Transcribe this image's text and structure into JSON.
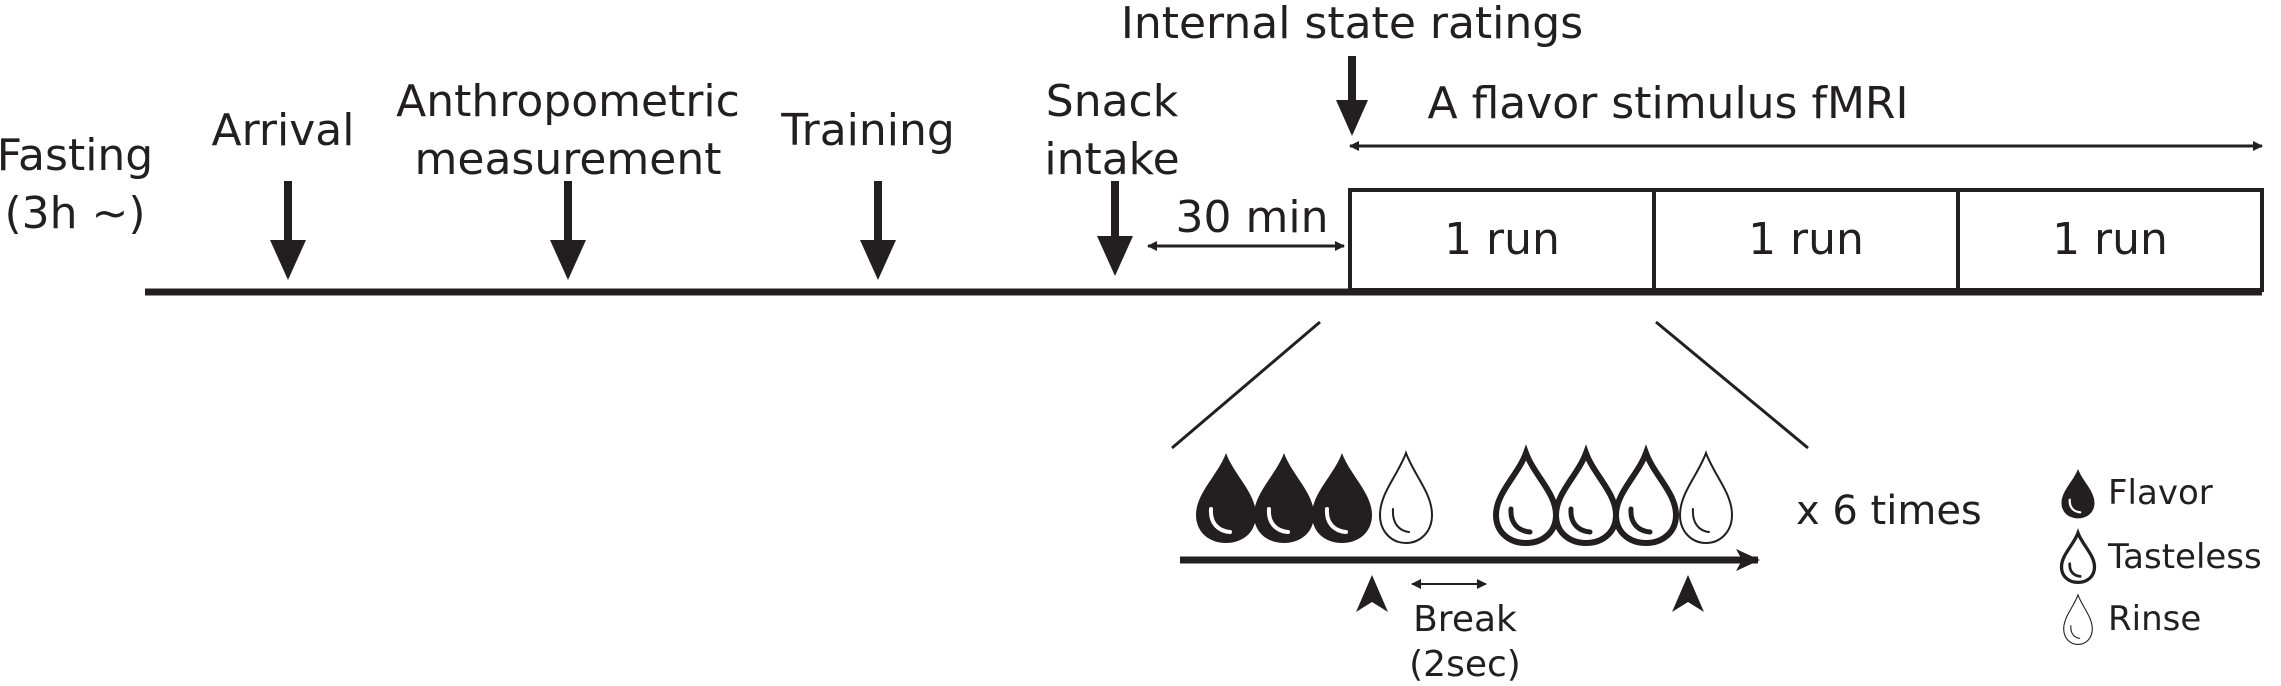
{
  "colors": {
    "ink": "#231f20",
    "paper": "#ffffff"
  },
  "timeline": {
    "fasting": [
      "Fasting",
      "(3h ~)"
    ],
    "events": {
      "arrival": [
        "Arrival"
      ],
      "anthropometric": [
        "Anthropometric",
        "measurement"
      ],
      "training": [
        "Training"
      ],
      "snack": [
        "Snack",
        "intake"
      ]
    },
    "internal_state": "Internal state ratings",
    "wait_label": "30 min",
    "fmri_label": "A flavor stimulus fMRI",
    "runs": [
      "1 run",
      "1 run",
      "1 run"
    ]
  },
  "detail": {
    "sequence_icons": [
      "drop-flavor-icon",
      "drop-flavor-icon",
      "drop-flavor-icon",
      "drop-rinse-icon",
      "drop-tasteless-icon",
      "drop-tasteless-icon",
      "drop-tasteless-icon",
      "drop-rinse-icon"
    ],
    "repeat_label": "x 6 times",
    "break_label": [
      "Break",
      "(2sec)"
    ]
  },
  "legend": [
    {
      "icon": "drop-flavor-icon",
      "label": "Flavor"
    },
    {
      "icon": "drop-tasteless-icon",
      "label": "Tasteless"
    },
    {
      "icon": "drop-rinse-icon",
      "label": "Rinse"
    }
  ]
}
